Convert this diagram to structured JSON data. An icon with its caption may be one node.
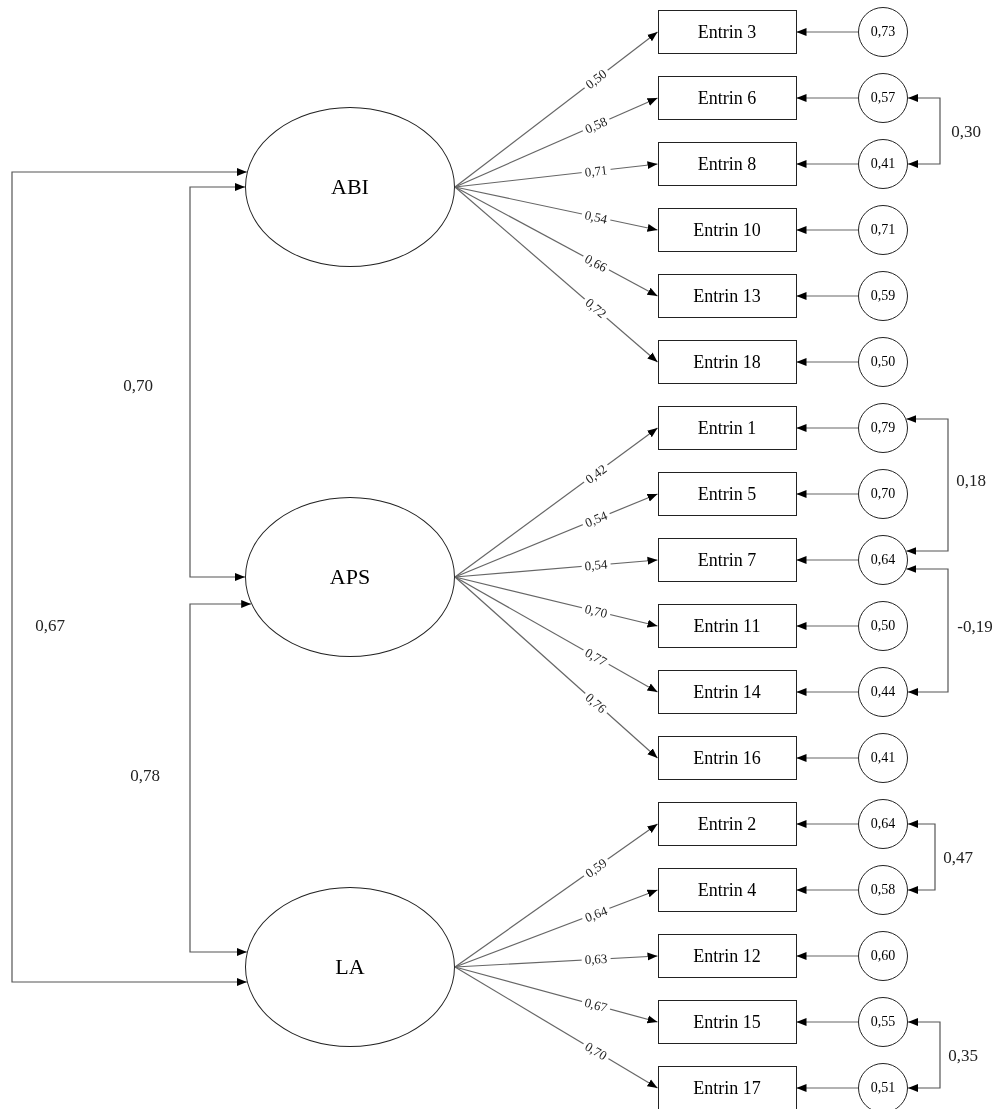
{
  "diagram": {
    "nodes": [
      {
        "text": [
          "ABI"
        ]
      },
      {
        "text": [
          "APS"
        ]
      },
      {
        "text": [
          "LA"
        ]
      },
      {
        "text": [
          "Entrin 3"
        ]
      },
      {
        "text": [
          "Entrin 6"
        ]
      },
      {
        "text": [
          "Entrin 8"
        ]
      },
      {
        "text": [
          "Entrin 10"
        ]
      },
      {
        "text": [
          "Entrin 13"
        ]
      },
      {
        "text": [
          "Entrin 18"
        ]
      },
      {
        "text": [
          "Entrin 1"
        ]
      },
      {
        "text": [
          "Entrin 5"
        ]
      },
      {
        "text": [
          "Entrin 7"
        ]
      },
      {
        "text": [
          "Entrin 11"
        ]
      },
      {
        "text": [
          "Entrin 14"
        ]
      },
      {
        "text": [
          "Entrin 16"
        ]
      },
      {
        "text": [
          "Entrin 2"
        ]
      },
      {
        "text": [
          "Entrin 4"
        ]
      },
      {
        "text": [
          "Entrin 12"
        ]
      },
      {
        "text": [
          "Entrin 15"
        ]
      },
      {
        "text": [
          "Entrin 17"
        ]
      },
      {
        "text": [
          "0,73"
        ]
      },
      {
        "text": [
          "0,57"
        ]
      },
      {
        "text": [
          "0,41"
        ]
      },
      {
        "text": [
          "0,71"
        ]
      },
      {
        "text": [
          "0,59"
        ]
      },
      {
        "text": [
          "0,50"
        ]
      },
      {
        "text": [
          "0,79"
        ]
      },
      {
        "text": [
          "0,70"
        ]
      },
      {
        "text": [
          "0,64"
        ]
      },
      {
        "text": [
          "0,50"
        ]
      },
      {
        "text": [
          "0,44"
        ]
      },
      {
        "text": [
          "0,41"
        ]
      },
      {
        "text": [
          "0,64"
        ]
      },
      {
        "text": [
          "0,58"
        ]
      },
      {
        "text": [
          "0,60"
        ]
      },
      {
        "text": [
          "0,55"
        ]
      },
      {
        "text": [
          "0,51"
        ]
      }
    ],
    "edges": [
      {
        "from": 0,
        "to": 3,
        "arrow": "to",
        "label": "0,50"
      },
      {
        "from": 0,
        "to": 4,
        "arrow": "to",
        "label": "0,58"
      },
      {
        "from": 0,
        "to": 5,
        "arrow": "to",
        "label": "0,71"
      },
      {
        "from": 0,
        "to": 6,
        "arrow": "to",
        "label": "0,54"
      },
      {
        "from": 0,
        "to": 7,
        "arrow": "to",
        "label": "0,66"
      },
      {
        "from": 0,
        "to": 8,
        "arrow": "to",
        "label": "0,72"
      },
      {
        "from": 1,
        "to": 9,
        "arrow": "to",
        "label": "0,42"
      },
      {
        "from": 1,
        "to": 10,
        "arrow": "to",
        "label": "0,54"
      },
      {
        "from": 1,
        "to": 11,
        "arrow": "to",
        "label": "0,54"
      },
      {
        "from": 1,
        "to": 12,
        "arrow": "to",
        "label": "0,70"
      },
      {
        "from": 1,
        "to": 13,
        "arrow": "to",
        "label": "0,77"
      },
      {
        "from": 1,
        "to": 14,
        "arrow": "to",
        "label": "0,76"
      },
      {
        "from": 2,
        "to": 15,
        "arrow": "to",
        "label": "0,59"
      },
      {
        "from": 2,
        "to": 16,
        "arrow": "to",
        "label": "0,64"
      },
      {
        "from": 2,
        "to": 17,
        "arrow": "to",
        "label": "0,63"
      },
      {
        "from": 2,
        "to": 18,
        "arrow": "to",
        "label": "0,67"
      },
      {
        "from": 2,
        "to": 19,
        "arrow": "to",
        "label": "0,70"
      },
      {
        "from": 20,
        "to": 3,
        "arrow": "to"
      },
      {
        "from": 21,
        "to": 4,
        "arrow": "to"
      },
      {
        "from": 22,
        "to": 5,
        "arrow": "to"
      },
      {
        "from": 23,
        "to": 6,
        "arrow": "to"
      },
      {
        "from": 24,
        "to": 7,
        "arrow": "to"
      },
      {
        "from": 25,
        "to": 8,
        "arrow": "to"
      },
      {
        "from": 26,
        "to": 9,
        "arrow": "to"
      },
      {
        "from": 27,
        "to": 10,
        "arrow": "to"
      },
      {
        "from": 28,
        "to": 11,
        "arrow": "to"
      },
      {
        "from": 29,
        "to": 12,
        "arrow": "to"
      },
      {
        "from": 30,
        "to": 13,
        "arrow": "to"
      },
      {
        "from": 31,
        "to": 14,
        "arrow": "to"
      },
      {
        "from": 32,
        "to": 15,
        "arrow": "to"
      },
      {
        "from": 33,
        "to": 16,
        "arrow": "to"
      },
      {
        "from": 34,
        "to": 17,
        "arrow": "to"
      },
      {
        "from": 35,
        "to": 18,
        "arrow": "to"
      },
      {
        "from": 36,
        "to": 19,
        "arrow": "to"
      },
      {
        "from": 21,
        "to": 22,
        "arrow": "both",
        "label": "0,30"
      },
      {
        "from": 26,
        "to": 28,
        "arrow": "both",
        "label": "0,18"
      },
      {
        "from": 28,
        "to": 30,
        "arrow": "both",
        "label": "-0,19"
      },
      {
        "from": 32,
        "to": 33,
        "arrow": "both",
        "label": "0,47"
      },
      {
        "from": 35,
        "to": 36,
        "arrow": "both",
        "label": "0,35"
      },
      {
        "from": 0,
        "to": 1,
        "arrow": "both",
        "label": "0,70"
      },
      {
        "from": 1,
        "to": 2,
        "arrow": "both",
        "label": "0,78"
      },
      {
        "from": 0,
        "to": 2,
        "arrow": "both",
        "label": "0,67"
      }
    ]
  }
}
